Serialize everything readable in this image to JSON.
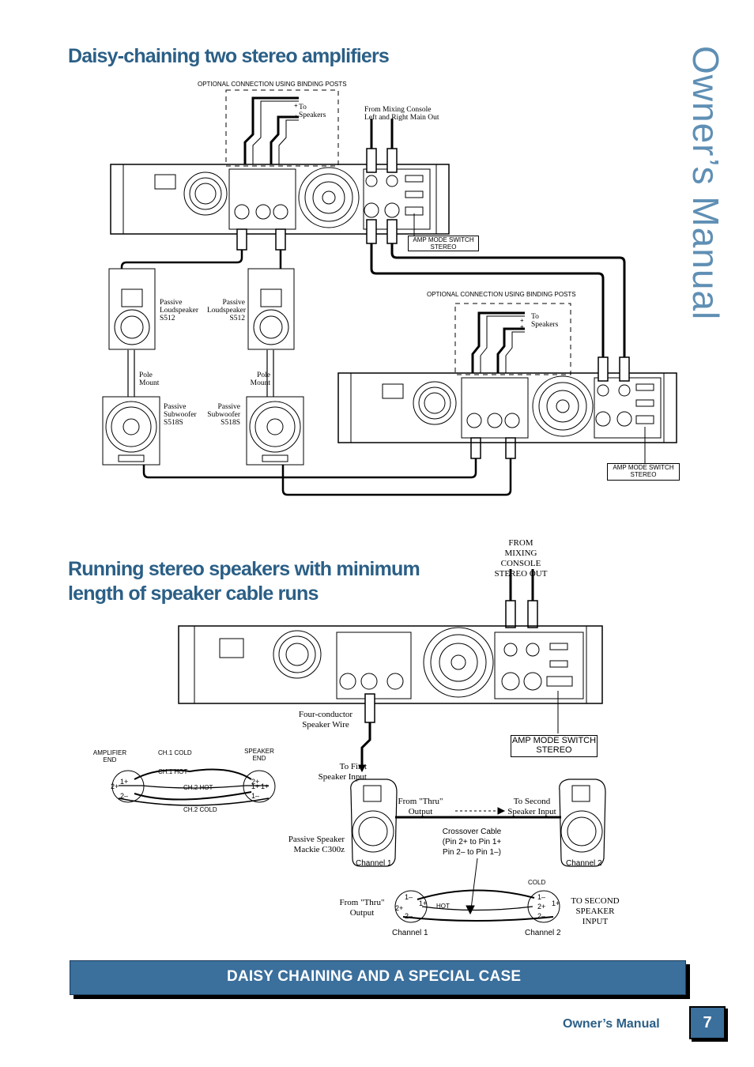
{
  "side_title": "Owner’s Manual",
  "section1": {
    "title": "Daisy-chaining two stereo amplifiers",
    "optional_top": "OPTIONAL CONNECTION USING BINDING POSTS",
    "to_speakers_top": "To\nSpeakers",
    "from_console": "From Mixing Console\nLeft and Right Main Out",
    "amp_mode_top": "AMP MODE SWITCH\nSTEREO",
    "optional_mid": "OPTIONAL CONNECTION USING BINDING POSTS",
    "to_speakers_mid": "To\nSpeakers",
    "loudspeaker_left": "Passive\nLoudspeaker\nS512",
    "loudspeaker_right": "Passive\nLoudspeaker\nS512",
    "pole_left": "Pole\nMount",
    "pole_right": "Pole\nMount",
    "sub_left": "Passive\nSubwoofer\nS518S",
    "sub_right": "Passive\nSubwoofer\nS518S",
    "amp_mode_bottom": "AMP MODE SWITCH\nSTEREO"
  },
  "section2": {
    "title_line1": "Running stereo speakers with minimum",
    "title_line2": "length of speaker cable runs",
    "from_console": "FROM\nMIXING CONSOLE\nSTEREO OUT",
    "four_conductor": "Four-conductor\nSpeaker Wire",
    "amp_mode": "AMP MODE SWITCH\nSTEREO",
    "amplifier_end": "AMPLIFIER\nEND",
    "speaker_end": "SPEAKER\nEND",
    "ch1_cold": "CH.1 COLD",
    "ch1_hot": "CH.1 HOT",
    "ch2_hot": "CH.2 HOT",
    "ch2_cold": "CH.2 COLD",
    "to_first": "To First\nSpeaker Input",
    "from_thru": "From \"Thru\"\nOutput",
    "to_second": "To Second\nSpeaker Input",
    "passive_speaker": "Passive Speaker\nMackie C300z",
    "channel1": "Channel 1",
    "channel2": "Channel 2",
    "crossover": "Crossover Cable\n(Pin 2+ to Pin 1+\nPin 2– to Pin 1–)",
    "cold": "COLD",
    "hot": "HOT",
    "from_thru2": "From \"Thru\"\nOutput",
    "to_second_input": "TO SECOND\nSPEAKER INPUT",
    "channel1_b": "Channel 1",
    "channel2_b": "Channel 2"
  },
  "banner": "DAISY CHAINING AND A SPECIAL CASE",
  "footer": "Owner’s Manual",
  "page_number": "7"
}
